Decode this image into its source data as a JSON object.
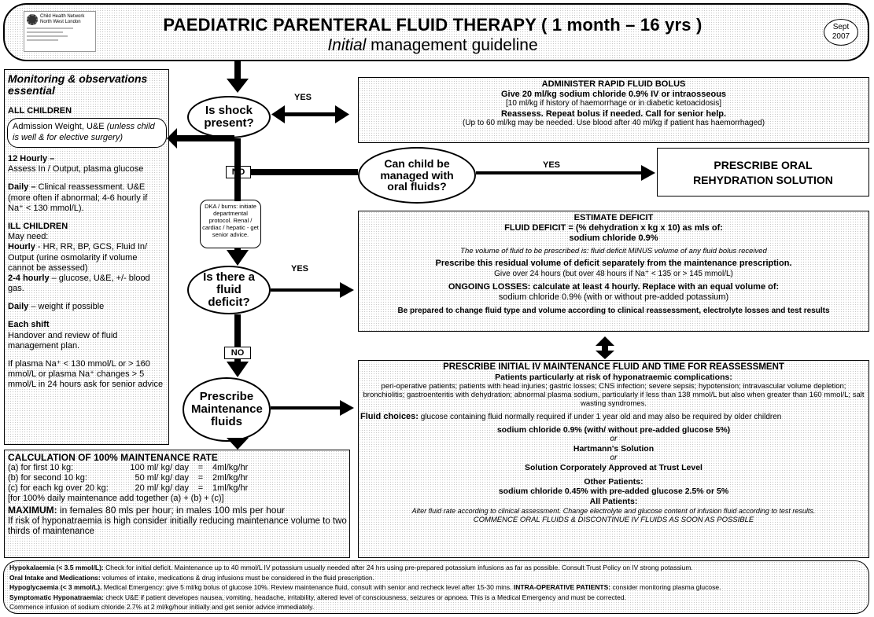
{
  "header": {
    "logo_text": [
      "Child Health Network",
      "North West London"
    ],
    "title_main": "PAEDIATRIC PARENTERAL FLUID THERAPY ( 1 month – 16 yrs )",
    "title_sub_italic": "Initial",
    "title_sub_rest": " management guideline",
    "date_badge_line1": "Sept",
    "date_badge_line2": "2007"
  },
  "monitoring": {
    "heading": "Monitoring & observations essential",
    "all_children": "ALL CHILDREN",
    "admission_box_normal": "Admission Weight, U&E ",
    "admission_box_italic": "(unless child is well & for elective surgery)",
    "hourly12_title": "12 Hourly –",
    "hourly12_text": "Assess In / Output, plasma glucose",
    "daily_title": "Daily –",
    "daily_text": " Clinical reassessment. U&E (more often if abnormal; 4-6 hourly if Na⁺ < 130 mmol/L).",
    "ill_children": "ILL CHILDREN",
    "may_need": "May need:",
    "hourly_title": "Hourly",
    "hourly_text": " - HR, RR, BP, GCS, Fluid In/ Output (urine osmolarity if volume cannot be assessed)",
    "h24_title": "2-4 hourly",
    "h24_text": " – glucose, U&E, +/- blood gas.",
    "daily2_title": "Daily",
    "daily2_text": " – weight if possible",
    "each_shift": "Each shift",
    "each_shift_text": "Handover and review of fluid management plan.",
    "plasma_text": "If plasma Na⁺ < 130 mmol/L or > 160 mmol/L or plasma Na⁺ changes > 5 mmol/L in 24 hours ask for senior advice"
  },
  "flow": {
    "shock_q": "Is shock present?",
    "yes1": "YES",
    "no1": "NO",
    "oral_q": "Can child be managed with oral fluids?",
    "yes2": "YES",
    "dka_text": "DKA / burns: initiate departmental protocol. Renal / cardiac / hepatic - get senior advice.",
    "deficit_q": "Is there a fluid deficit?",
    "yes3": "YES",
    "no2": "NO",
    "maint_q": "Prescribe Maintenance fluids"
  },
  "bolus": {
    "title": "ADMINISTER RAPID FLUID BOLUS",
    "line1": "Give 20 ml/kg sodium chloride 0.9% IV or intraosseous",
    "line2": "[10 ml/kg if history of haemorrhage or in diabetic ketoacidosis]",
    "line3": "Reassess. Repeat bolus if needed. Call for senior help.",
    "line4": "(Up to 60 ml/kg may be needed. Use blood after 40 ml/kg if patient has haemorrhaged)"
  },
  "oral": {
    "line1": "PRESCRIBE ORAL",
    "line2": "REHYDRATION SOLUTION"
  },
  "deficit": {
    "title": "ESTIMATE DEFICIT",
    "formula": "FLUID DEFICIT = (% dehydration  x  kg x 10) as mls of:",
    "formula2": "sodium chloride 0.9%",
    "italic_note": "The volume of fluid to be prescribed is: fluid deficit MINUS volume of any fluid bolus received",
    "prescribe": "Prescribe this residual volume of deficit separately from the maintenance prescription.",
    "over24": "Give over 24 hours (but over 48 hours if Na⁺ < 135 or > 145 mmol/L)",
    "losses": "ONGOING LOSSES: calculate at least 4 hourly.  Replace with an equal volume of:",
    "losses2": "sodium chloride 0.9% (with or without pre-added potassium)",
    "prepared": "Be prepared to change fluid type and volume according to clinical reassessment, electrolyte losses and test results"
  },
  "maintenance": {
    "title": "PRESCRIBE INITIAL IV MAINTENANCE FLUID AND TIME FOR REASSESSMENT",
    "risk_title": "Patients particularly at risk of hyponatraemic complications:",
    "risk_text": "peri-operative patients; patients with head injuries; gastric losses; CNS infection; severe sepsis; hypotension; intravascular volume depletion; bronchiolitis; gastroenteritis with dehydration; abnormal plasma sodium, particularly if less than 138 mmol/L but also when greater than 160 mmol/L; salt wasting syndromes.",
    "choices_label": "Fluid choices:",
    "choices_text": "  glucose containing fluid normally required if under 1 year old and may also be required by older children",
    "opt1": "sodium chloride 0.9% (with/ without pre-added glucose 5%)",
    "or1": "or",
    "opt2": "Hartmann's Solution",
    "or2": "or",
    "opt3": "Solution Corporately Approved at Trust Level",
    "other_title": "Other Patients:",
    "other_text": "sodium chloride 0.45% with pre-added glucose 2.5% or 5%",
    "all_title": "All Patients:",
    "all_text": "Alter fluid rate according to clinical assessment. Change electrolyte and glucose content of infusion fluid according to test results.",
    "commence": "COMMENCE ORAL FLUIDS & DISCONTINUE IV FLUIDS AS SOON AS POSSIBLE"
  },
  "calc": {
    "title": "CALCULATION OF 100% MAINTENANCE RATE",
    "rows": [
      {
        "label": "(a) for first  10 kg:",
        "day": "100 ml/ kg/ day",
        "eq": "=",
        "hr": "4ml/kg/hr"
      },
      {
        "label": "(b) for second 10 kg:",
        "day": "50 ml/ kg/ day",
        "eq": "=",
        "hr": "2ml/kg/hr"
      },
      {
        "label": "(c) for each kg over 20 kg:",
        "day": "20 ml/ kg/ day",
        "eq": "=",
        "hr": "1ml/kg/hr"
      }
    ],
    "total": "[for 100% daily maintenance add together (a) + (b) + (c)]",
    "max_label": "MAXIMUM:",
    "max_text": " in females   80 mls per hour;    in males   100 mls per hour",
    "risk": "If risk of hyponatraemia is high consider initially reducing maintenance volume to two thirds of maintenance"
  },
  "footer": {
    "hypok_label": "Hypokalaemia (< 3.5 mmol/L):",
    "hypok_text": " Check for initial deficit. Maintenance up to 40 mmol/L IV potassium usually needed after 24 hrs using pre-prepared potassium infusions as far as possible. Consult Trust Policy on IV strong potassium.",
    "oral_label": "Oral Intake and Medications:",
    "oral_text": " volumes of intake, medications & drug infusions must be considered in the fluid prescription.",
    "hypog_label": "Hypoglycaemia (< 3 mmol/L).",
    "hypog_text": " Medical Emergency: give 5 ml/kg bolus of glucose 10%.  Review maintenance fluid, consult with senior and recheck level after 15-30 mins.",
    "hypog_intra": " INTRA-OPERATIVE PATIENTS:",
    "hypog_intra_text": " consider monitoring plasma glucose.",
    "symp_label": "Symptomatic Hyponatraemia:",
    "symp_text": " check U&E if patient developes nausea, vomiting, headache, irritability, altered level of consciousness, seizures or apnoea.  This is a Medical Emergency and must be corrected.",
    "commence": "Commence infusion of sodium chloride 2.7% at 2 ml/kg/hour initially and get senior advice immediately."
  }
}
